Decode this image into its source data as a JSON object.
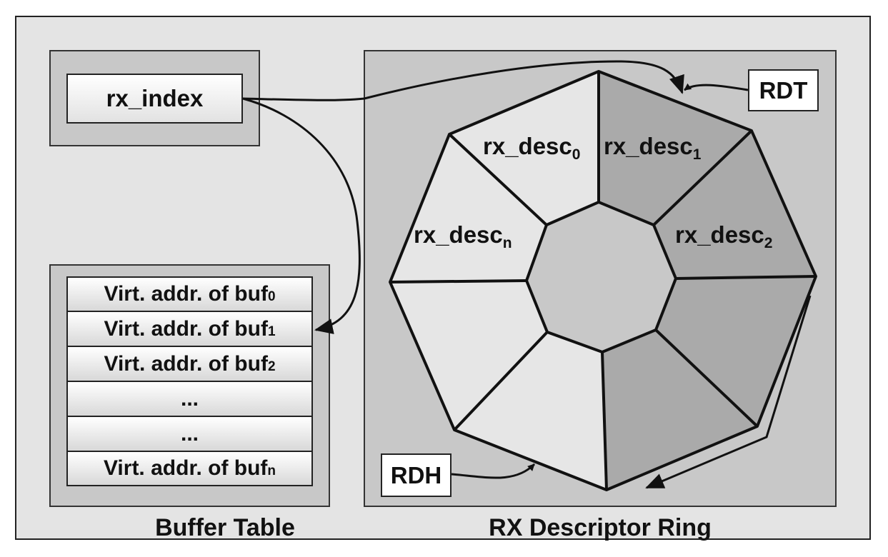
{
  "index_box": {
    "label": "rx_index"
  },
  "buffer_table": {
    "caption": "Buffer Table",
    "rows": [
      {
        "text": "Virt. addr. of buf",
        "sub": "0"
      },
      {
        "text": "Virt. addr. of buf",
        "sub": "1"
      },
      {
        "text": "Virt. addr. of buf",
        "sub": "2"
      },
      {
        "text": "...",
        "sub": ""
      },
      {
        "text": "...",
        "sub": ""
      },
      {
        "text": "Virt. addr. of buf",
        "sub": "n"
      }
    ]
  },
  "ring": {
    "caption": "RX Descriptor Ring",
    "descriptors": [
      {
        "base": "rx_desc",
        "sub": "0"
      },
      {
        "base": "rx_desc",
        "sub": "1"
      },
      {
        "base": "rx_desc",
        "sub": "2"
      },
      {
        "base": "rx_desc",
        "sub": "n"
      }
    ],
    "tail_label": "RDT",
    "head_label": "RDH"
  },
  "colors": {
    "segment_light": "#e6e6e6",
    "segment_dark": "#aaaaaa",
    "hub": "#c8c8c8",
    "stroke": "#111111"
  }
}
